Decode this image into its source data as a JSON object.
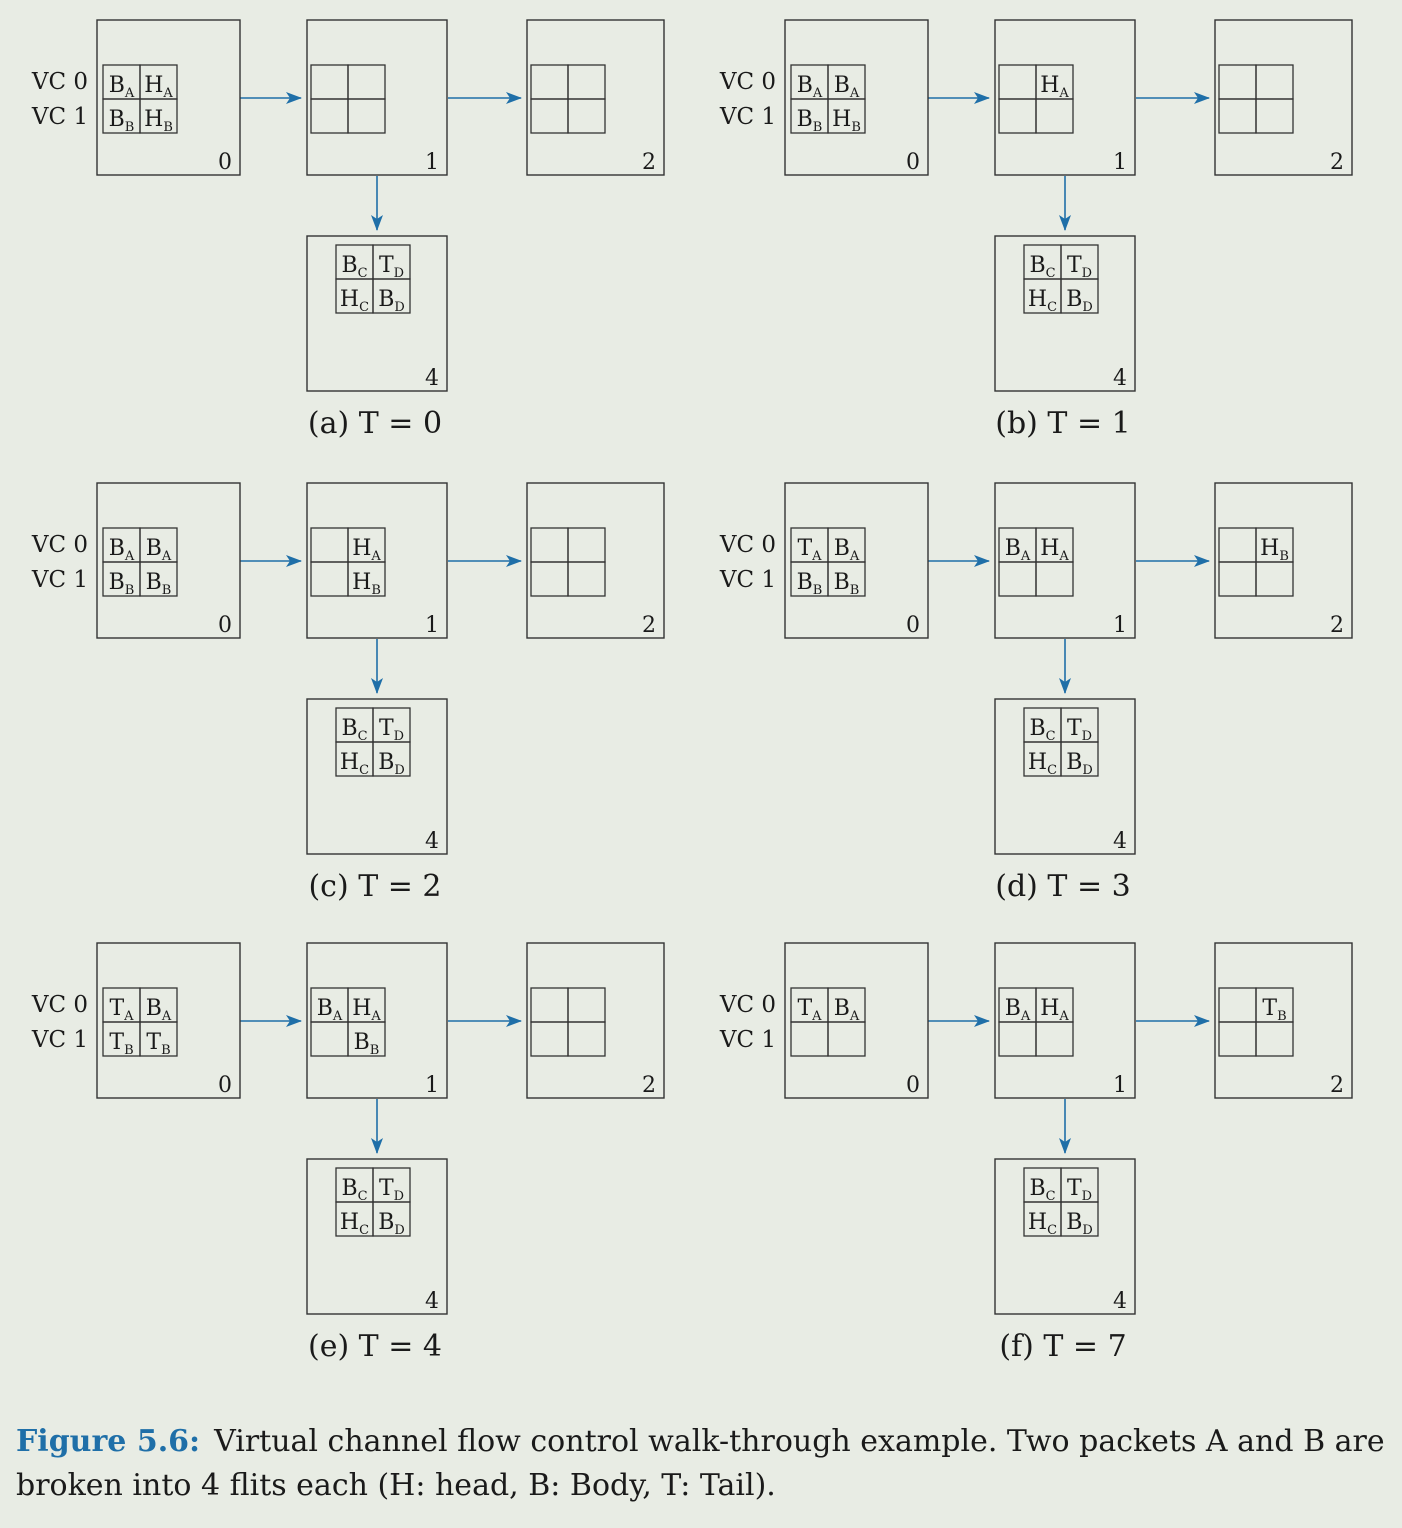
{
  "figure": {
    "label": "Figure 5.6:",
    "caption": "Virtual channel flow control walk-through example. Two packets A and B are broken into 4 flits each (H: head, B: Body, T: Tail)."
  },
  "vc_labels": [
    "VC 0",
    "VC 1"
  ],
  "colors": {
    "arrow": "#1f6fa8",
    "box": "#333333",
    "background": "#e8ece4"
  },
  "panels": [
    {
      "id": "a",
      "caption": "(a) T = 0",
      "routers": [
        {
          "id": "0",
          "vc_labels": true,
          "buffers": [
            [
              [
                "B",
                "A"
              ],
              [
                "H",
                "A"
              ]
            ],
            [
              [
                "B",
                "B"
              ],
              [
                "H",
                "B"
              ]
            ]
          ]
        },
        {
          "id": "1",
          "buffers": [
            [
              null,
              null
            ],
            [
              null,
              null
            ]
          ]
        },
        {
          "id": "2",
          "buffers": [
            [
              null,
              null
            ],
            [
              null,
              null
            ]
          ]
        },
        {
          "id": "4",
          "buffers": [
            [
              [
                "B",
                "C"
              ],
              [
                "T",
                "D"
              ]
            ],
            [
              [
                "H",
                "C"
              ],
              [
                "B",
                "D"
              ]
            ]
          ]
        }
      ]
    },
    {
      "id": "b",
      "caption": "(b) T = 1",
      "routers": [
        {
          "id": "0",
          "vc_labels": true,
          "buffers": [
            [
              [
                "B",
                "A"
              ],
              [
                "B",
                "A"
              ]
            ],
            [
              [
                "B",
                "B"
              ],
              [
                "H",
                "B"
              ]
            ]
          ]
        },
        {
          "id": "1",
          "buffers": [
            [
              null,
              [
                "H",
                "A"
              ]
            ],
            [
              null,
              null
            ]
          ]
        },
        {
          "id": "2",
          "buffers": [
            [
              null,
              null
            ],
            [
              null,
              null
            ]
          ]
        },
        {
          "id": "4",
          "buffers": [
            [
              [
                "B",
                "C"
              ],
              [
                "T",
                "D"
              ]
            ],
            [
              [
                "H",
                "C"
              ],
              [
                "B",
                "D"
              ]
            ]
          ]
        }
      ]
    },
    {
      "id": "c",
      "caption": "(c) T = 2",
      "routers": [
        {
          "id": "0",
          "vc_labels": true,
          "buffers": [
            [
              [
                "B",
                "A"
              ],
              [
                "B",
                "A"
              ]
            ],
            [
              [
                "B",
                "B"
              ],
              [
                "B",
                "B"
              ]
            ]
          ]
        },
        {
          "id": "1",
          "buffers": [
            [
              null,
              [
                "H",
                "A"
              ]
            ],
            [
              null,
              [
                "H",
                "B"
              ]
            ]
          ]
        },
        {
          "id": "2",
          "buffers": [
            [
              null,
              null
            ],
            [
              null,
              null
            ]
          ]
        },
        {
          "id": "4",
          "buffers": [
            [
              [
                "B",
                "C"
              ],
              [
                "T",
                "D"
              ]
            ],
            [
              [
                "H",
                "C"
              ],
              [
                "B",
                "D"
              ]
            ]
          ]
        }
      ]
    },
    {
      "id": "d",
      "caption": "(d) T = 3",
      "routers": [
        {
          "id": "0",
          "vc_labels": true,
          "buffers": [
            [
              [
                "T",
                "A"
              ],
              [
                "B",
                "A"
              ]
            ],
            [
              [
                "B",
                "B"
              ],
              [
                "B",
                "B"
              ]
            ]
          ]
        },
        {
          "id": "1",
          "buffers": [
            [
              [
                "B",
                "A"
              ],
              [
                "H",
                "A"
              ]
            ],
            [
              null,
              null
            ]
          ]
        },
        {
          "id": "2",
          "buffers": [
            [
              null,
              [
                "H",
                "B"
              ]
            ],
            [
              null,
              null
            ]
          ]
        },
        {
          "id": "4",
          "buffers": [
            [
              [
                "B",
                "C"
              ],
              [
                "T",
                "D"
              ]
            ],
            [
              [
                "H",
                "C"
              ],
              [
                "B",
                "D"
              ]
            ]
          ]
        }
      ]
    },
    {
      "id": "e",
      "caption": "(e) T = 4",
      "routers": [
        {
          "id": "0",
          "vc_labels": true,
          "buffers": [
            [
              [
                "T",
                "A"
              ],
              [
                "B",
                "A"
              ]
            ],
            [
              [
                "T",
                "B"
              ],
              [
                "T",
                "B"
              ]
            ]
          ]
        },
        {
          "id": "1",
          "buffers": [
            [
              [
                "B",
                "A"
              ],
              [
                "H",
                "A"
              ]
            ],
            [
              null,
              [
                "B",
                "B"
              ]
            ]
          ]
        },
        {
          "id": "2",
          "buffers": [
            [
              null,
              null
            ],
            [
              null,
              null
            ]
          ]
        },
        {
          "id": "4",
          "buffers": [
            [
              [
                "B",
                "C"
              ],
              [
                "T",
                "D"
              ]
            ],
            [
              [
                "H",
                "C"
              ],
              [
                "B",
                "D"
              ]
            ]
          ]
        }
      ]
    },
    {
      "id": "f",
      "caption": "(f) T = 7",
      "routers": [
        {
          "id": "0",
          "vc_labels": true,
          "buffers": [
            [
              [
                "T",
                "A"
              ],
              [
                "B",
                "A"
              ]
            ],
            [
              null,
              null
            ]
          ]
        },
        {
          "id": "1",
          "buffers": [
            [
              [
                "B",
                "A"
              ],
              [
                "H",
                "A"
              ]
            ],
            [
              null,
              null
            ]
          ]
        },
        {
          "id": "2",
          "buffers": [
            [
              null,
              [
                "T",
                "B"
              ]
            ],
            [
              null,
              null
            ]
          ]
        },
        {
          "id": "4",
          "buffers": [
            [
              [
                "B",
                "C"
              ],
              [
                "T",
                "D"
              ]
            ],
            [
              [
                "H",
                "C"
              ],
              [
                "B",
                "D"
              ]
            ]
          ]
        }
      ]
    }
  ]
}
